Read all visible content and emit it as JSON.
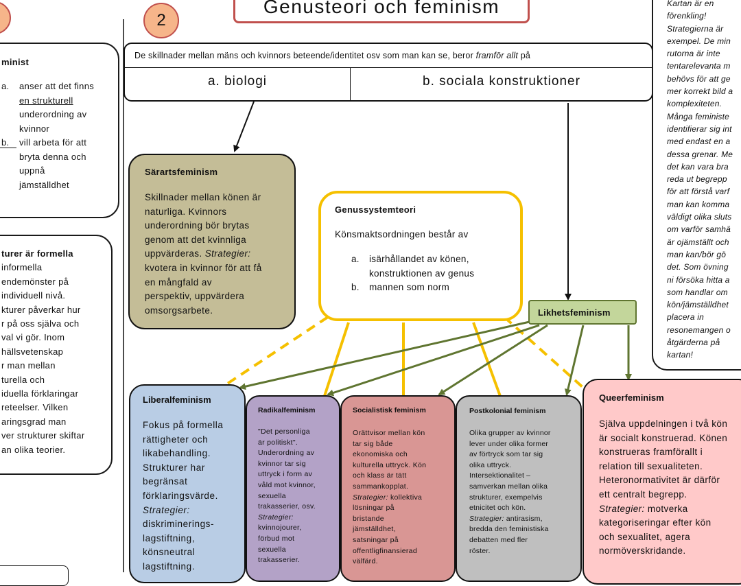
{
  "title": "Genusteori och feminism",
  "step_number": "2",
  "left_panel": {
    "card1_title": "minist",
    "card1_items": [
      {
        "marker": "a.",
        "lines": [
          "anser att det finns",
          "en strukturell",
          "underordning av",
          "kvinnor"
        ]
      },
      {
        "marker": "b.",
        "lines": [
          "vill arbeta för att",
          "bryta denna och",
          "uppnå",
          "jämställdhet"
        ]
      }
    ],
    "card2_lines": [
      "turer är formella",
      "informella",
      "endemönster på",
      "individuell nivå.",
      "kturer påverkar hur",
      "r på oss själva och",
      "val vi gör. Inom",
      "hällsvetenskap",
      "r man mellan",
      "turella och",
      "iduella förklaringar",
      "reteelser. Vilken",
      "aringsgrad man",
      "ver strukturer skiftar",
      "an olika teorier."
    ]
  },
  "top_box": {
    "sentence_start": "De skillnader mellan mäns och kvinnors beteende/identitet osv som man kan se, beror ",
    "sentence_italic": "framför allt",
    "sentence_end": " på",
    "option_a": "a. biologi",
    "option_b": "b. sociala konstruktioner"
  },
  "right_note_lines": [
    "Kartan är en",
    "förenkling!",
    "Strategierna är",
    "exempel. De min",
    "rutorna är inte",
    "tentarelevanta m",
    "behövs för att ge",
    "mer korrekt bild a",
    "komplexiteten.",
    "Många feministe",
    "identifierar sig int",
    "med endast en a",
    "dessa grenar. Me",
    "det kan vara bra",
    "reda ut begrepp",
    "för att förstå varf",
    "man kan komma",
    "väldigt olika sluts",
    "om varför samhä",
    "är ojämställt och",
    "man kan/bör gö",
    "det. Som övning",
    "ni försöka hitta a",
    "som handlar om",
    "kön/jämställdhet",
    "placera in",
    "resonemangen o",
    "åtgärderna på",
    "kartan!"
  ],
  "sarart": {
    "title": "Särartsfeminism",
    "lines": [
      "Skillnader mellan könen är",
      "naturliga. Kvinnors",
      "underordning bör brytas",
      "genom att det kvinnliga",
      "uppvärderas. "
    ],
    "strategy_label": "Strategier:",
    "strategy_lines": [
      "kvotera in kvinnor för att få",
      "en mångfald av",
      "perspektiv, uppvärdera",
      "omsorgsarbete."
    ]
  },
  "genus": {
    "title": "Genussystemteori",
    "intro": "Könsmaktsordningen består av",
    "items": [
      {
        "marker": "a.",
        "lines": [
          "isärhållandet av könen,",
          "konstruktionen av genus"
        ]
      },
      {
        "marker": "b.",
        "lines": [
          "mannen som norm"
        ]
      }
    ]
  },
  "likhet": {
    "title": "Likhetsfeminism"
  },
  "liberal": {
    "title": "Liberalfeminism",
    "lines": [
      "Fokus på formella",
      "rättigheter och",
      "likabehandling.",
      "Strukturer har",
      "begränsat",
      "förklaringsvärde."
    ],
    "strategy_label": "Strategier:",
    "strategy_lines": [
      "diskriminerings-",
      "lagstiftning,",
      "könsneutral",
      "lagstiftning."
    ]
  },
  "radikal": {
    "title": "Radikalfeminism",
    "lines": [
      "\"Det personliga",
      "är politiskt\".",
      "Underordning av",
      "kvinnor tar sig",
      "uttryck i form av",
      "våld mot kvinnor,",
      "sexuella",
      "trakasserier, osv."
    ],
    "strategy_label": "Strategier:",
    "strategy_lines": [
      "kvinnojourer,",
      "förbud mot",
      "sexuella",
      "trakasserier."
    ]
  },
  "social": {
    "title": "Socialistisk feminism",
    "lines": [
      "Orättvisor mellan kön",
      "tar sig både",
      "ekonomiska och",
      "kulturella uttryck. Kön",
      "och klass är tätt",
      "sammankopplat."
    ],
    "strategy_label": "Strategier:",
    "strategy_first": " kollektiva",
    "strategy_lines": [
      "lösningar på",
      "bristande",
      "jämställdhet,",
      "satsningar på",
      "offentligfinansierad",
      "välfärd."
    ]
  },
  "postkolonial": {
    "title": "Postkolonial feminism",
    "lines": [
      "Olika grupper av kvinnor",
      "lever under olika former",
      "av förtryck som tar sig",
      "olika uttryck.",
      "Intersektionalitet –",
      "samverkan mellan olika",
      "strukturer, exempelvis",
      "etnicitet och kön."
    ],
    "strategy_label": "Strategier:",
    "strategy_first": " antirasism,",
    "strategy_lines": [
      "bredda den feministiska",
      "debatten med fler",
      "röster."
    ]
  },
  "queer": {
    "title": "Queerfeminism",
    "lines": [
      "Själva uppdelningen i två kön",
      "är socialt konstruerad. Könen",
      "konstrueras framförallt i",
      "relation till sexualiteten.",
      "Heteronormativitet är därför",
      "ett centralt begrepp."
    ],
    "strategy_label": "Strategier:",
    "strategy_first": " motverka",
    "strategy_lines": [
      "kategoriseringar efter kön",
      "och sexualitet, agera",
      "normöverskridande."
    ]
  },
  "colors": {
    "sarart": "#c4bd97",
    "genus_border": "#f5c000",
    "likhet": "#c3d69b",
    "likhet_border": "#5f7530",
    "liberal": "#b9cde5",
    "radikal": "#b3a2c7",
    "social": "#d99694",
    "postkolonial": "#bfbfbf",
    "queer": "#ffc9c9",
    "circle": "#f6b58a"
  }
}
